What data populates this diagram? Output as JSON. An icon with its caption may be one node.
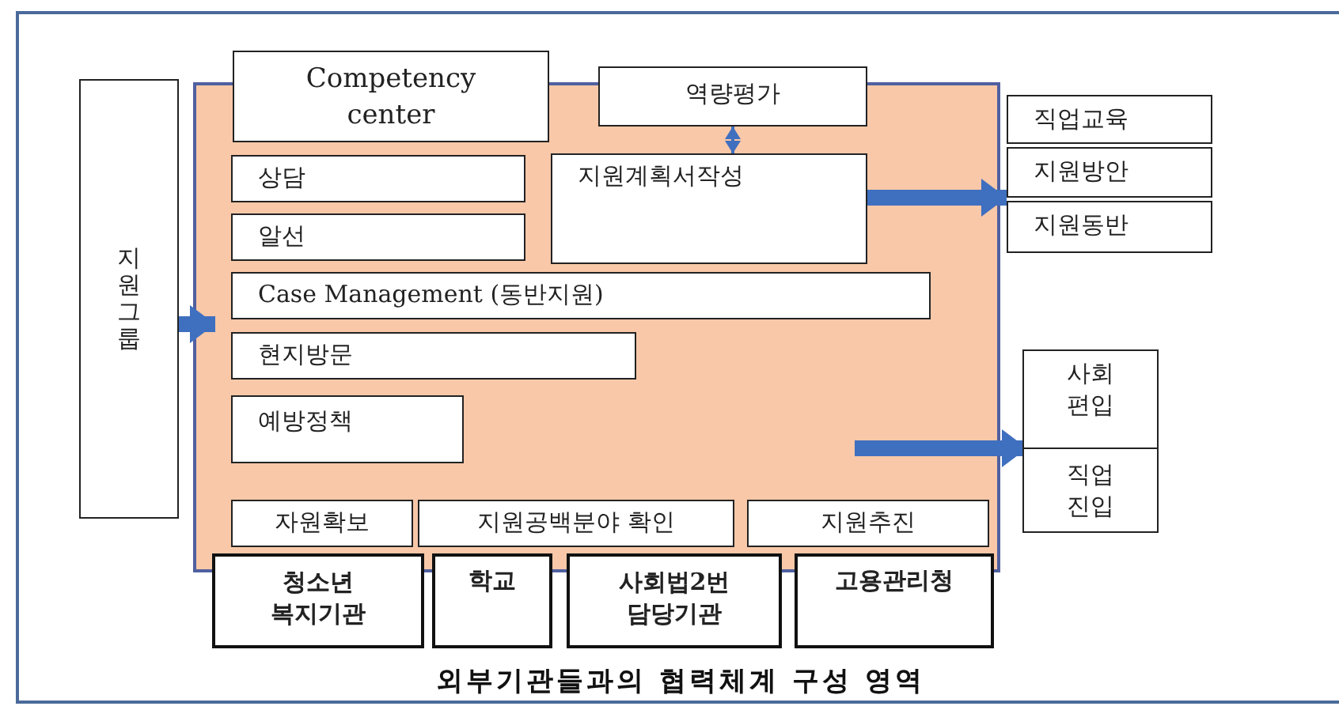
{
  "diagram": {
    "caption": "외부기관들과의 협력체계 구성 영역",
    "nodes": [
      {
        "text": [
          "지원그룹"
        ]
      },
      {
        "text": [],
        "shape": "box"
      },
      {
        "text": [
          "Competency center"
        ]
      },
      {
        "text": [
          "역량평가"
        ]
      },
      {
        "text": [
          "상담"
        ],
        "in": 1
      },
      {
        "text": [
          "알선"
        ],
        "in": 1
      },
      {
        "text": [
          "지원계획서작성"
        ],
        "in": 1
      },
      {
        "text": [
          "Case Management (동반지원)"
        ],
        "in": 1
      },
      {
        "text": [
          "현지방문"
        ],
        "in": 1
      },
      {
        "text": [
          "예방정책"
        ],
        "in": 1
      },
      {
        "text": [
          "자원확보"
        ],
        "in": 1
      },
      {
        "text": [
          "지원공백분야 확인"
        ],
        "in": 1
      },
      {
        "text": [
          "지원추진"
        ],
        "in": 1
      },
      {
        "text": [
          "청소년 복지기관"
        ]
      },
      {
        "text": [
          "학교"
        ]
      },
      {
        "text": [
          "사회법2번 담당기관"
        ]
      },
      {
        "text": [
          "고용관리청"
        ]
      },
      {
        "text": [
          "직업교육"
        ]
      },
      {
        "text": [
          "지원방안"
        ]
      },
      {
        "text": [
          "지원동반"
        ]
      },
      {
        "text": [
          "사회 편입"
        ]
      },
      {
        "text": [
          "직업 진입"
        ]
      }
    ],
    "edges": [
      {
        "from": 0,
        "to": 1,
        "arrow": "to"
      },
      {
        "from": 3,
        "to": 6,
        "arrow": "both"
      },
      {
        "from": 6,
        "to": 18,
        "arrow": "to"
      },
      {
        "from": null,
        "to": 20,
        "arrow": "to"
      },
      {
        "from": null,
        "to": 21,
        "arrow": "to"
      }
    ]
  }
}
